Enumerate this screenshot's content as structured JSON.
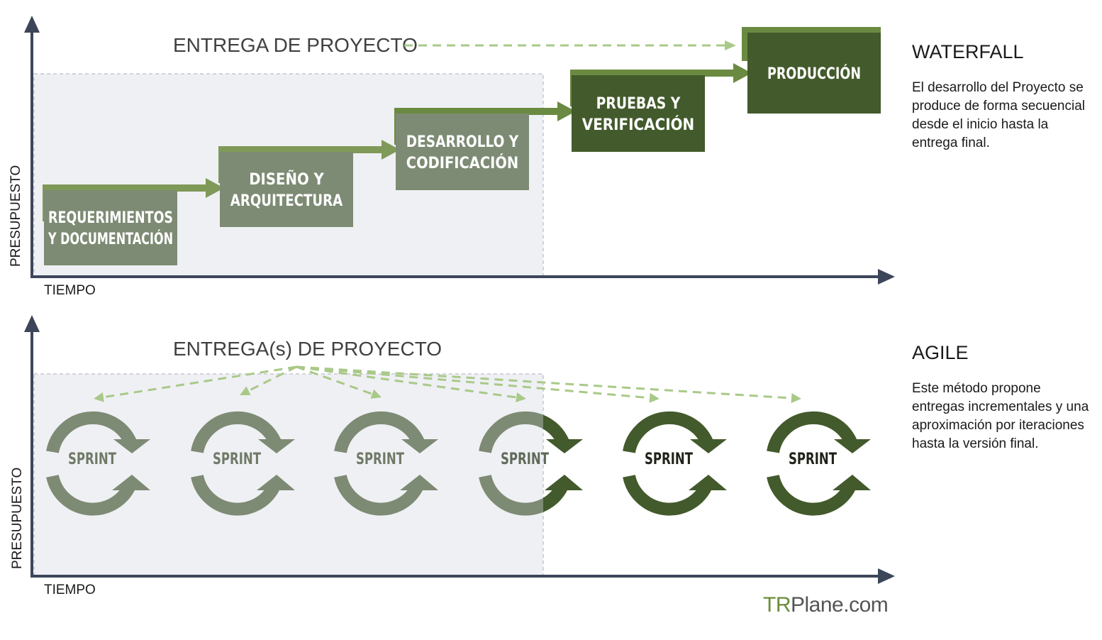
{
  "colors": {
    "axis": "#3d4659",
    "region": "#eff0f4",
    "region_border": "#c4c7cf",
    "stage_light": "#7e8b74",
    "stage_dark": "#435a2c",
    "arrow_light": "#7f9a58",
    "arrow_dark": "#6a8a41",
    "dashed": "#a9c988",
    "sprint_light": "#7e8b74",
    "sprint_dark": "#435a2c"
  },
  "waterfall": {
    "title": "WATERFALL",
    "description": "El desarrollo del Proyecto se produce de forma secuencial desde el inicio hasta la entrega final.",
    "delivery_label": "ENTREGA DE PROYECTO",
    "y_axis_label": "PRESUPUESTO",
    "x_axis_label": "TIEMPO",
    "stages": [
      {
        "line1": "REQUERIMIENTOS",
        "line2": "Y DOCUMENTACIÓN",
        "tone": "light"
      },
      {
        "line1": "DISEÑO Y",
        "line2": "ARQUITECTURA",
        "tone": "light"
      },
      {
        "line1": "DESARROLLO Y",
        "line2": "CODIFICACIÓN",
        "tone": "light"
      },
      {
        "line1": "PRUEBAS Y",
        "line2": "VERIFICACIÓN",
        "tone": "dark"
      },
      {
        "line1": "PRODUCCIÓN",
        "line2": "",
        "tone": "dark"
      }
    ]
  },
  "agile": {
    "title": "AGILE",
    "description": "Este método propone entregas incrementales y una  aproximación por iteraciones hasta la versión final.",
    "delivery_label": "ENTREGA(s) DE PROYECTO",
    "y_axis_label": "PRESUPUESTO",
    "x_axis_label": "TIEMPO",
    "sprints": [
      {
        "label": "SPRINT",
        "tone": "light"
      },
      {
        "label": "SPRINT",
        "tone": "light"
      },
      {
        "label": "SPRINT",
        "tone": "light"
      },
      {
        "label": "SPRINT",
        "tone": "mixed"
      },
      {
        "label": "SPRINT",
        "tone": "dark"
      },
      {
        "label": "SPRINT",
        "tone": "dark"
      }
    ]
  },
  "brand": {
    "part1": "TR",
    "part2": "Plane.com"
  }
}
